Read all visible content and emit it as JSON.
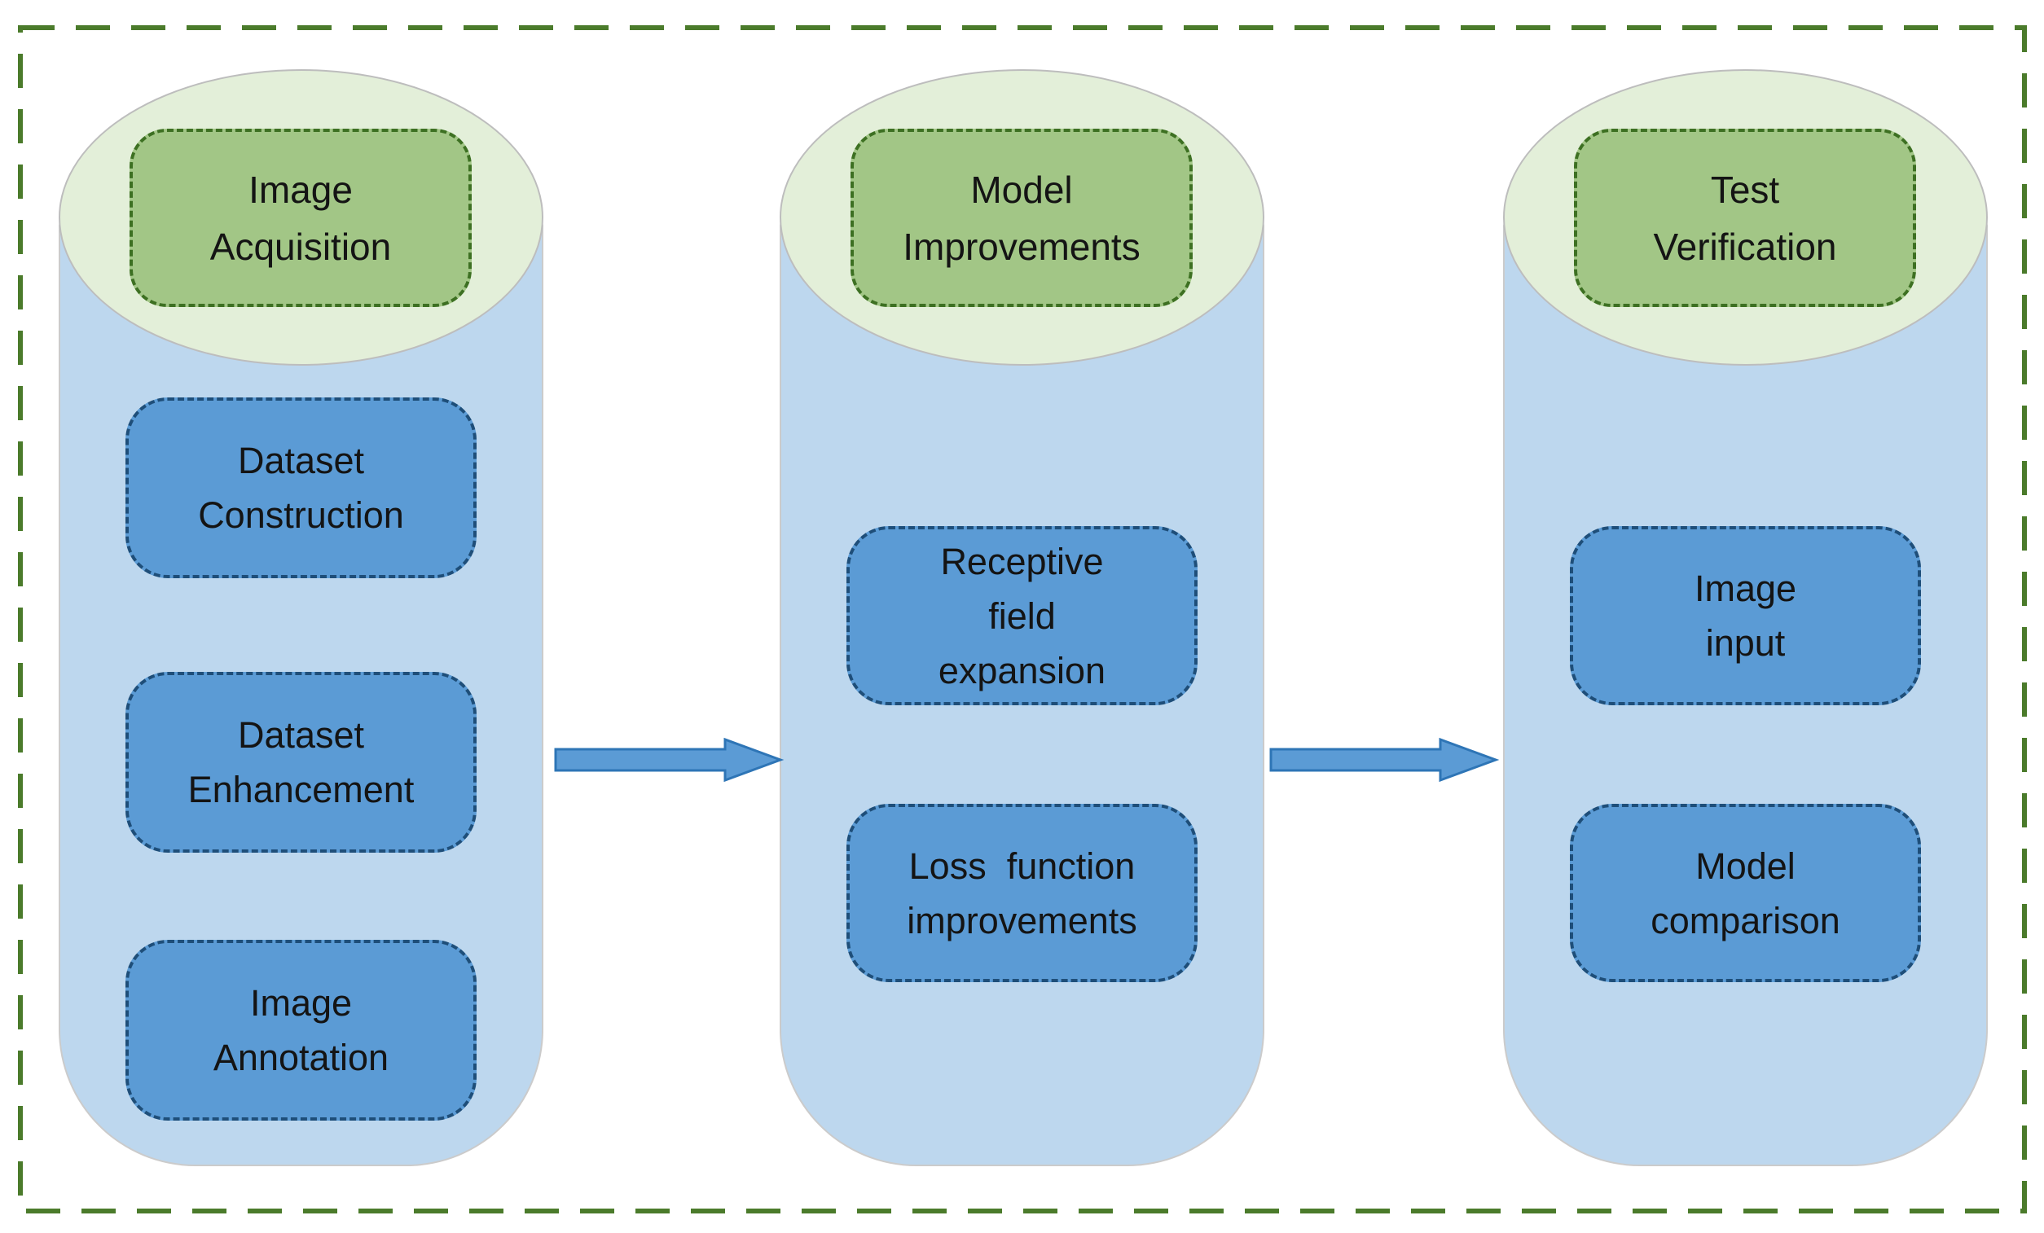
{
  "diagram": {
    "type": "pipeline-flow",
    "colors": {
      "outer_frame_border": "#4b7b2b",
      "cylinder_top_fill": "#e3efd9",
      "cylinder_top_border": "#bdbdbd",
      "cylinder_body_fill": "#bdd7ee",
      "header_fill": "#a2c686",
      "header_border": "#3d7022",
      "task_fill": "#5b9bd5",
      "task_border": "#1e4e79",
      "arrow_fill": "#5b9bd5",
      "arrow_border": "#2e75b6",
      "text": "#141414"
    },
    "columns": [
      {
        "id": "image-acquisition",
        "header_lines": [
          "Image",
          "Acquisition"
        ],
        "boxes": [
          {
            "lines": [
              "Dataset",
              "Construction"
            ]
          },
          {
            "lines": [
              "Dataset",
              "Enhancement"
            ]
          },
          {
            "lines": [
              "Image",
              "Annotation"
            ]
          }
        ]
      },
      {
        "id": "model-improvements",
        "header_lines": [
          "Model",
          "Improvements"
        ],
        "boxes": [
          {
            "lines": [
              "Receptive",
              "field",
              "expansion"
            ]
          },
          {
            "lines": [
              "Loss  function",
              "improvements"
            ]
          }
        ]
      },
      {
        "id": "test-verification",
        "header_lines": [
          "Test",
          "Verification"
        ],
        "boxes": [
          {
            "lines": [
              "Image",
              "input"
            ]
          },
          {
            "lines": [
              "Model",
              "comparison"
            ]
          }
        ]
      }
    ],
    "arrows": [
      {
        "name": "arrow-stage1-to-stage2"
      },
      {
        "name": "arrow-stage2-to-stage3"
      }
    ]
  }
}
